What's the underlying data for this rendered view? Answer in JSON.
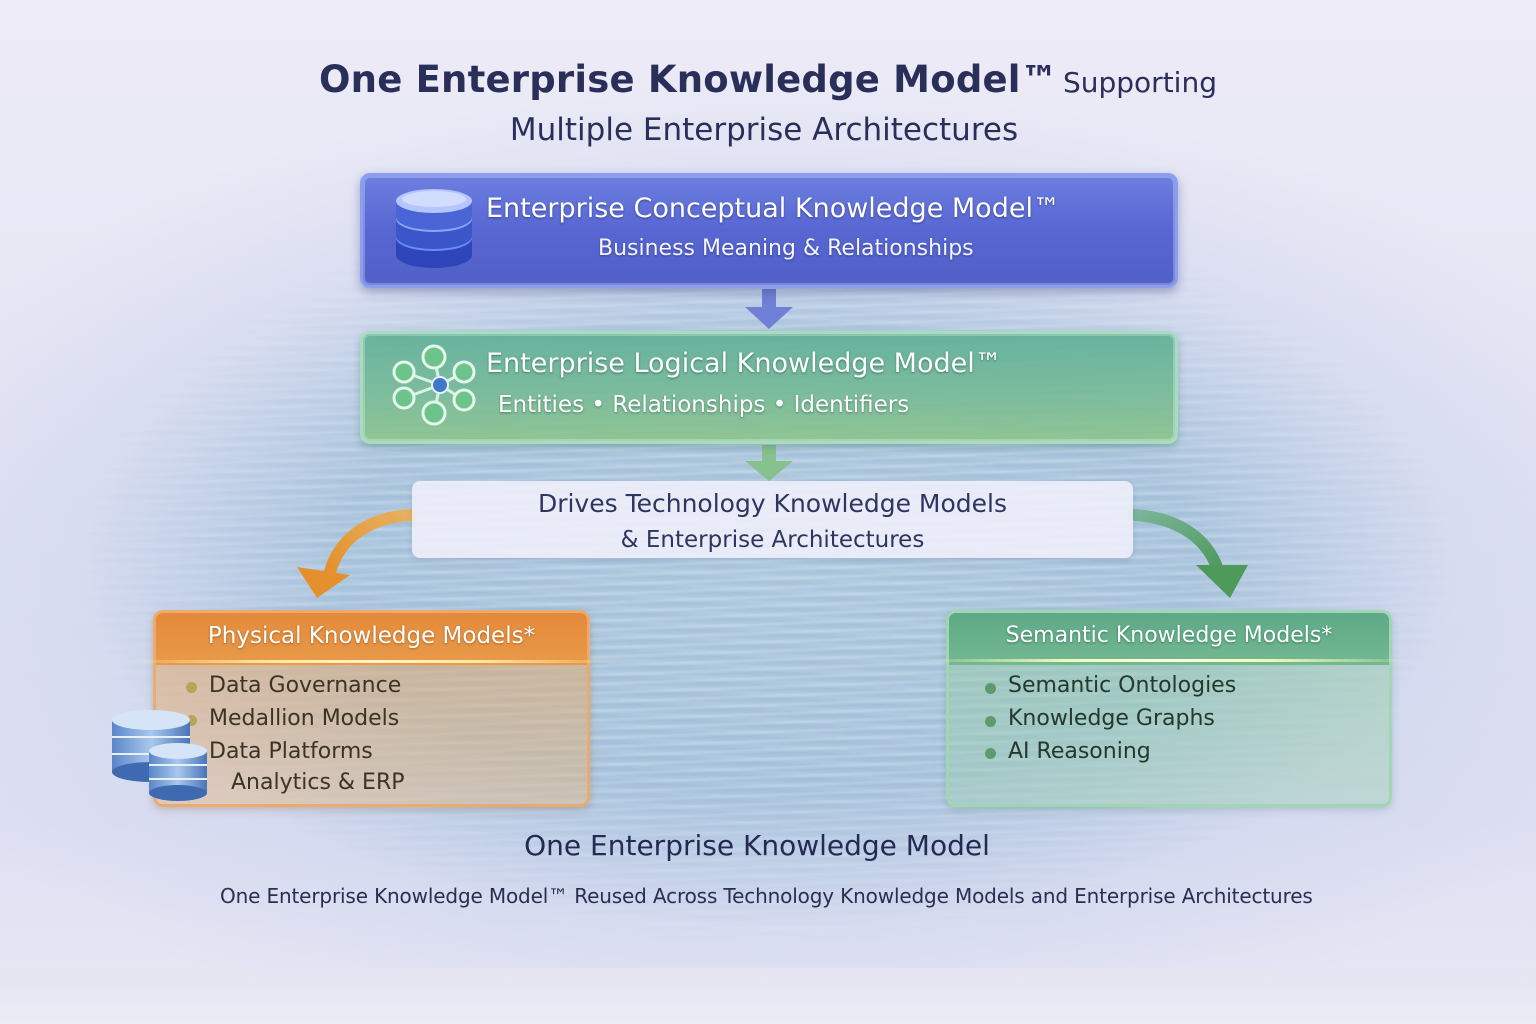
{
  "title": {
    "main": "One Enterprise Knowledge Model™",
    "rest": "Supporting",
    "line2": "Multiple Enterprise Architectures"
  },
  "conceptual": {
    "title": "Enterprise Conceptual Knowledge Model™",
    "subtitle": "Business Meaning & Relationships",
    "icon": "database-stack-icon"
  },
  "logical": {
    "title": "Enterprise Logical Knowledge Model™",
    "subtitle": "Entities • Relationships • Identifiers",
    "icon": "network-graph-icon"
  },
  "drives": {
    "line1": "Drives Technology Knowledge Models",
    "line2": "& Enterprise Architectures"
  },
  "physical": {
    "title": "Physical Knowledge Models*",
    "items": [
      "Data Governance",
      "Medallion Models",
      "Data Platforms",
      "Analytics & ERP"
    ],
    "icon": "database-cylinders-icon"
  },
  "semantic": {
    "title": "Semantic Knowledge Models*",
    "items": [
      "Semantic Ontologies",
      "Knowledge Graphs",
      "AI Reasoning"
    ]
  },
  "footer": {
    "title": "One Enterprise Knowledge Model",
    "caption": "One Enterprise Knowledge Model™ Reused Across Technology Knowledge Models and Enterprise Architectures"
  },
  "colors": {
    "conceptual": "#5866d2",
    "logical": "#76ba96",
    "physical": "#e48a3a",
    "semantic": "#5da987",
    "text_dark": "#2a2f5a"
  }
}
